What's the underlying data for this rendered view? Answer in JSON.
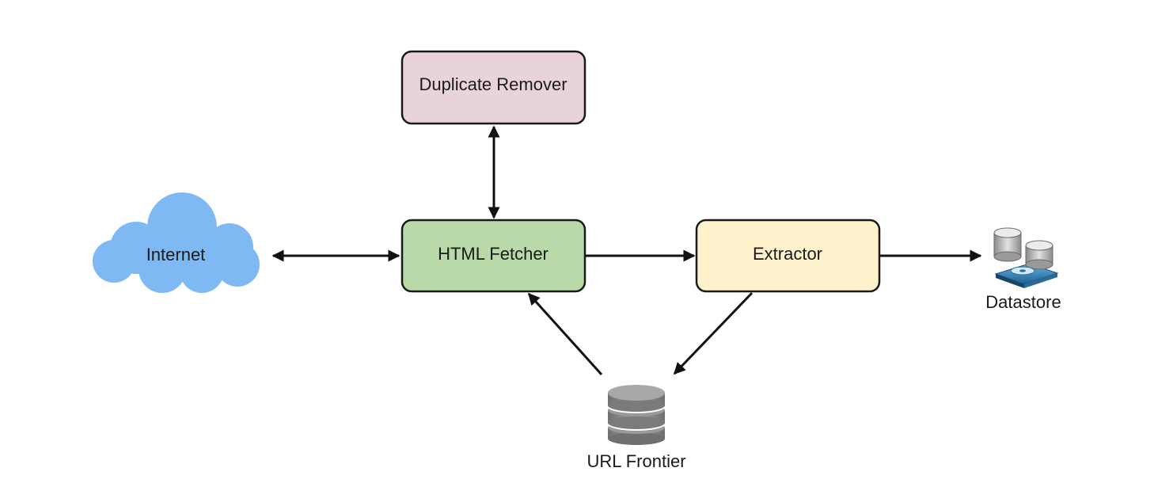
{
  "nodes": {
    "duplicate_remover": {
      "label": "Duplicate Remover",
      "color": "#e8d3dd"
    },
    "html_fetcher": {
      "label": "HTML Fetcher",
      "color": "#b8d9a8"
    },
    "extractor": {
      "label": "Extractor",
      "color": "#fdf2cc"
    },
    "internet": {
      "label": "Internet",
      "color": "#7eb9f3"
    },
    "datastore": {
      "label": "Datastore",
      "icon": "database-server-icon"
    },
    "url_frontier": {
      "label": "URL Frontier",
      "icon": "database-icon",
      "color": "#8c8c8c"
    }
  },
  "edges": [
    {
      "from": "internet",
      "to": "html_fetcher",
      "direction": "both"
    },
    {
      "from": "html_fetcher",
      "to": "duplicate_remover",
      "direction": "both"
    },
    {
      "from": "html_fetcher",
      "to": "extractor",
      "direction": "forward"
    },
    {
      "from": "extractor",
      "to": "datastore",
      "direction": "forward"
    },
    {
      "from": "extractor",
      "to": "url_frontier",
      "direction": "forward"
    },
    {
      "from": "url_frontier",
      "to": "html_fetcher",
      "direction": "forward"
    }
  ]
}
